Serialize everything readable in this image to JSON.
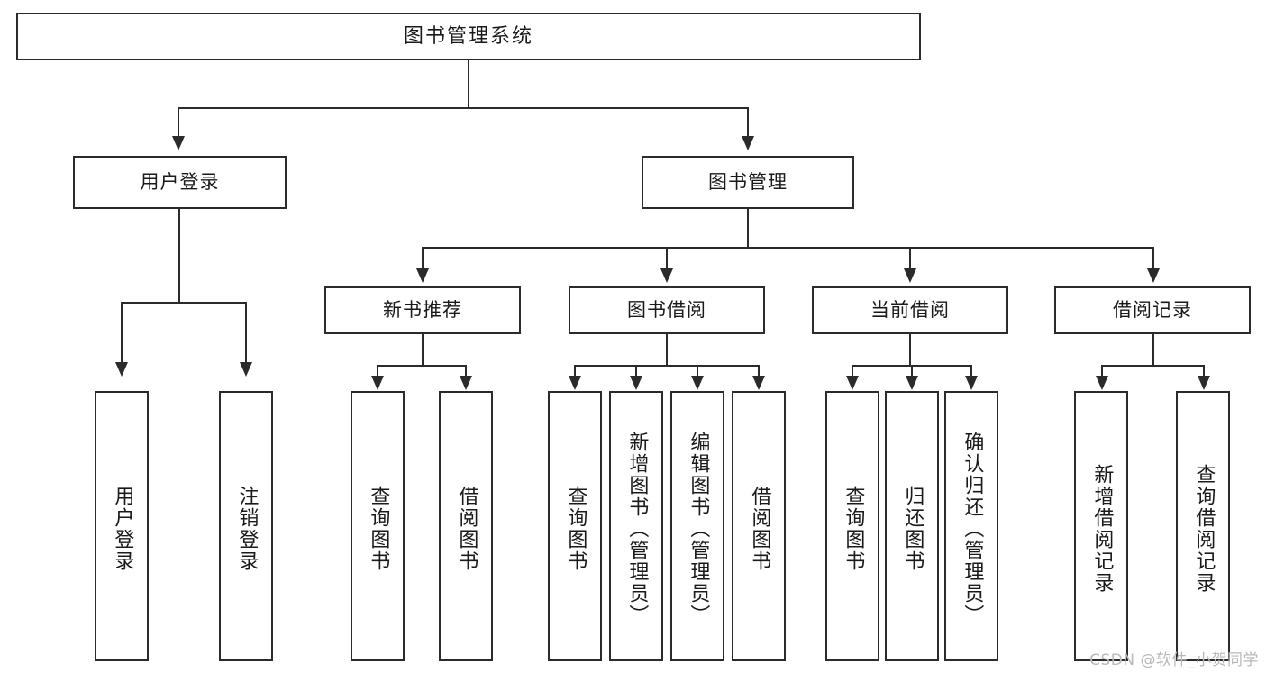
{
  "diagram": {
    "type": "tree-hierarchy",
    "title": "图书管理系统",
    "root": {
      "label": "图书管理系统"
    },
    "level1": [
      {
        "id": "user-login",
        "label": "用户登录"
      },
      {
        "id": "book-management",
        "label": "图书管理"
      }
    ],
    "level2": [
      {
        "id": "new-book-recommend",
        "label": "新书推荐",
        "parent": "book-management"
      },
      {
        "id": "book-borrow",
        "label": "图书借阅",
        "parent": "book-management"
      },
      {
        "id": "current-borrow",
        "label": "当前借阅",
        "parent": "book-management"
      },
      {
        "id": "borrow-record",
        "label": "借阅记录",
        "parent": "book-management"
      }
    ],
    "leaves": {
      "user-login": [
        {
          "id": "leaf-user-login",
          "label": "用户登录"
        },
        {
          "id": "leaf-logout-login",
          "label": "注销登录"
        }
      ],
      "new-book-recommend": [
        {
          "id": "leaf-query-book-1",
          "label": "查询图书"
        },
        {
          "id": "leaf-borrow-book-1",
          "label": "借阅图书"
        }
      ],
      "book-borrow": [
        {
          "id": "leaf-query-book-2",
          "label": "查询图书"
        },
        {
          "id": "leaf-add-book",
          "label": "新增图书（管理员）"
        },
        {
          "id": "leaf-edit-book",
          "label": "编辑图书（管理员）"
        },
        {
          "id": "leaf-borrow-book-2",
          "label": "借阅图书"
        }
      ],
      "current-borrow": [
        {
          "id": "leaf-query-book-3",
          "label": "查询图书"
        },
        {
          "id": "leaf-return-book",
          "label": "归还图书"
        },
        {
          "id": "leaf-confirm-return",
          "label": "确认归还（管理员）"
        }
      ],
      "borrow-record": [
        {
          "id": "leaf-add-record",
          "label": "新增借阅记录"
        },
        {
          "id": "leaf-query-record",
          "label": "查询借阅记录"
        }
      ]
    }
  },
  "watermark": {
    "text": "CSDN @软件_小贺同学"
  },
  "colors": {
    "stroke": "#2b2b2b",
    "fill": "#ffffff",
    "text": "#1a1a1a",
    "watermark": "#b9b9b9"
  }
}
